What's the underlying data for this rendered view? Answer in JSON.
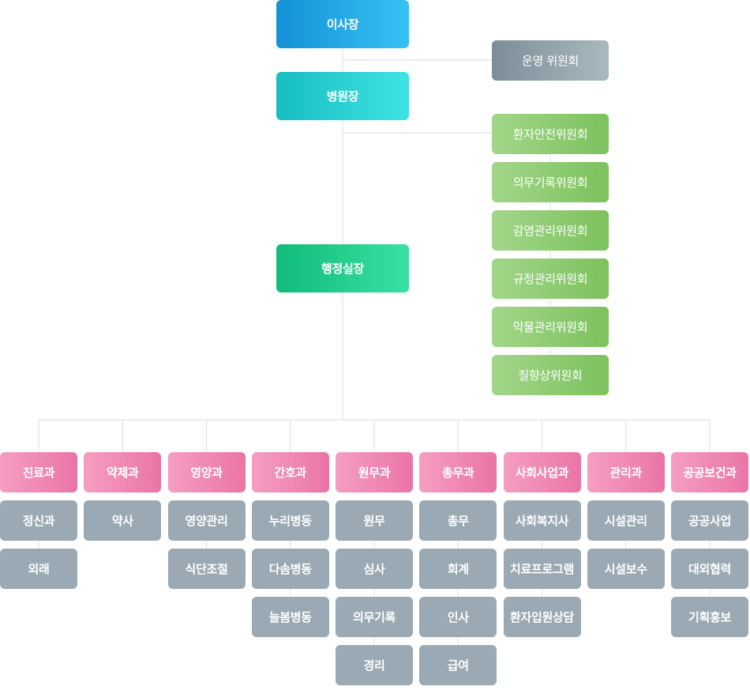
{
  "top": [
    {
      "label": "이사장",
      "style": "blue"
    },
    {
      "label": "병원장",
      "style": "teal"
    },
    {
      "label": "행정실장",
      "style": "green"
    }
  ],
  "operation_committee": "운영 위원회",
  "committees": [
    "환자안전위원회",
    "의무기록위원회",
    "감염관리위원회",
    "규정관리위원회",
    "약물관리위원회",
    "질향상위원회"
  ],
  "departments": [
    {
      "name": "진료과",
      "items": [
        "정신과",
        "외래"
      ]
    },
    {
      "name": "약제과",
      "items": [
        "약사"
      ]
    },
    {
      "name": "영양과",
      "items": [
        "영양관리",
        "식단조절"
      ]
    },
    {
      "name": "간호과",
      "items": [
        "누리병동",
        "다솜병동",
        "늘봄병동"
      ]
    },
    {
      "name": "원무과",
      "items": [
        "원무",
        "심사",
        "의무기록",
        "경리"
      ]
    },
    {
      "name": "총무과",
      "items": [
        "총무",
        "회계",
        "인사",
        "급여"
      ]
    },
    {
      "name": "사회사업과",
      "items": [
        "사회복지사",
        "치료프로그램",
        "환자입원상담"
      ]
    },
    {
      "name": "관리과",
      "items": [
        "시설관리",
        "시설보수"
      ]
    },
    {
      "name": "공공보건과",
      "items": [
        "공공사업",
        "대외협력",
        "기획홍보"
      ]
    }
  ],
  "colors": {
    "line": "#d8dde0",
    "director": "#1391d6",
    "president": "#16bdc1",
    "admin": "#12bb7a",
    "committee": "#8bcb6f",
    "department": "#ee80af",
    "subunit": "#9aa9b3",
    "operation": "#8a9ba6"
  }
}
